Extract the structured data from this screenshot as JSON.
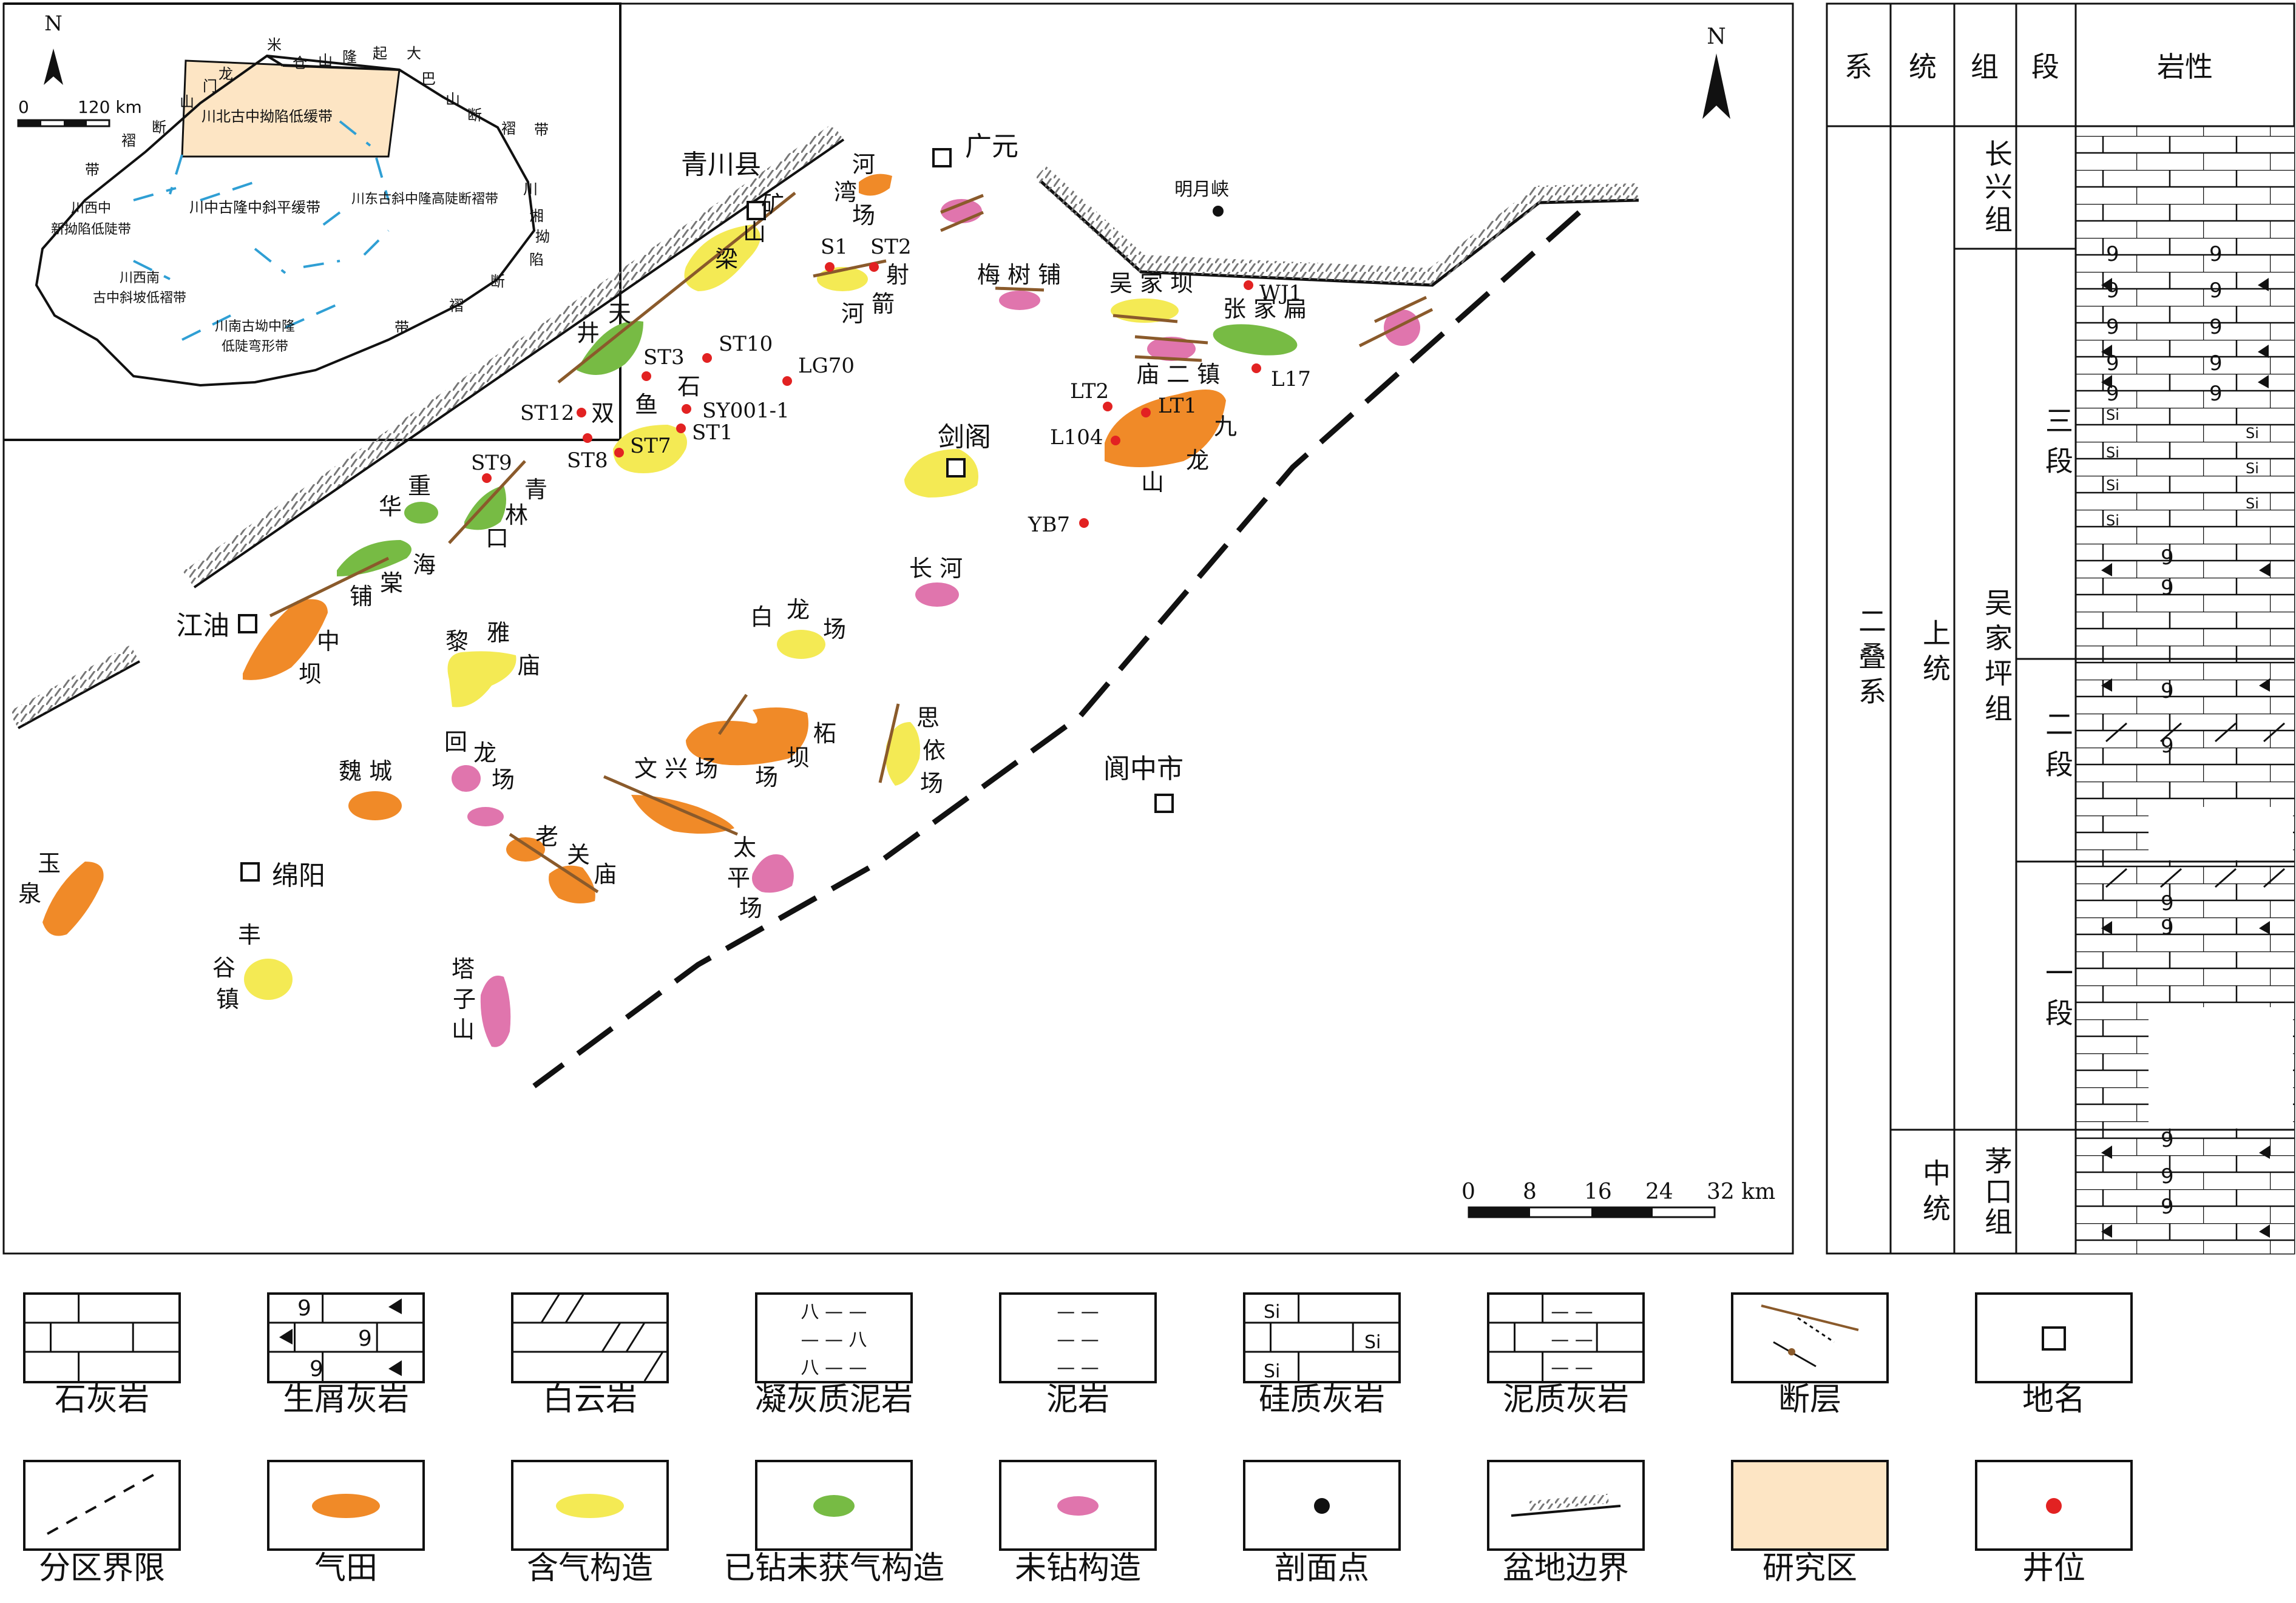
{
  "inset": {
    "north": "N",
    "scale_zero": "0",
    "scale_label": "120 km",
    "regions": {
      "study_area": "川北古中拗陷低缓带",
      "central": "川中古隆中斜平缓带",
      "east": "川东古斜中隆高陡断褶带",
      "west_a": "川西中",
      "west_b": "新拗陷低陡带",
      "sw_a": "川西南",
      "sw_b": "古中斜坡低褶带",
      "south_a": "川南古坳中隆",
      "south_b": "低陡弯形带"
    },
    "belts": {
      "micang": [
        "米",
        "仓",
        "山",
        "隆",
        "起"
      ],
      "dabashan": [
        "大",
        "巴",
        "山",
        "断",
        "褶",
        "带"
      ],
      "longmen": [
        "龙",
        "门",
        "山",
        "断",
        "褶",
        "带"
      ],
      "xiangexi": [
        "川",
        "湘",
        "拗",
        "陷",
        "断",
        "褶",
        "带"
      ]
    }
  },
  "map": {
    "north": "N",
    "scale_ticks": [
      "0",
      "8",
      "16",
      "24",
      "32 km"
    ],
    "cities": {
      "qingchuan": "青川县",
      "guangyuan": "广元",
      "jiange": "剑阁",
      "jiangyou": "江油",
      "mianyang": "绵阳",
      "langzhong": "阆中市"
    },
    "section_point": "明月峡",
    "wells": {
      "s1": "S1",
      "st2": "ST2",
      "st3": "ST3",
      "st10": "ST10",
      "lg70": "LG70",
      "st12": "ST12",
      "sy001": "SY001-1",
      "st1": "ST1",
      "st8": "ST8",
      "st7": "ST7",
      "st9": "ST9",
      "wj1": "WJ1",
      "lt2": "LT2",
      "lt1": "LT1",
      "l104": "L104",
      "l17": "L17",
      "yb7": "YB7"
    },
    "structures": {
      "hewan": [
        "河",
        "湾",
        "场"
      ],
      "kuangshanliang": [
        "矿",
        "山",
        "梁"
      ],
      "shejian": [
        "射",
        "箭"
      ],
      "shejian_he": "河",
      "meishupu": "梅 树 铺",
      "wujiaba": "吴 家 坝",
      "zhangjiabian": "张 家 扁",
      "miaoerzhen": "庙 二 镇",
      "jiulongshan": [
        "九",
        "龙",
        "山"
      ],
      "jiulongshan_shan": "山",
      "tianjing": [
        "天",
        "井"
      ],
      "shuangyushi": [
        "双",
        "鱼",
        "石"
      ],
      "zhonghua": [
        "重",
        "华"
      ],
      "qinglinkou": [
        "青",
        "林",
        "口"
      ],
      "haitangpu": [
        "海",
        "棠",
        "铺"
      ],
      "zhongba": [
        "中",
        "坝"
      ],
      "liyamiao": [
        "黎",
        "雅",
        "庙"
      ],
      "bailongchang": [
        "白",
        "龙",
        "场"
      ],
      "changhe": "长 河",
      "zhebachang": [
        "柘",
        "坝",
        "场"
      ],
      "siyichang": [
        "思",
        "依",
        "场"
      ],
      "wenxingchang": "文 兴 场",
      "huilongchang": [
        "回",
        "龙",
        "场"
      ],
      "weicheng": "魏 城",
      "laoguanmiao": [
        "老",
        "关",
        "庙"
      ],
      "taipingchang": [
        "太",
        "平",
        "场"
      ],
      "yuquan": [
        "玉",
        "泉"
      ],
      "fenggu": [
        "丰",
        "谷",
        "镇"
      ],
      "tazishan": [
        "塔",
        "子",
        "山"
      ]
    }
  },
  "column": {
    "headers": [
      "系",
      "统",
      "组",
      "段",
      "岩性"
    ],
    "system": [
      "二",
      "叠",
      "系"
    ],
    "upper_series": [
      "上",
      "统"
    ],
    "middle_series": [
      "中",
      "统"
    ],
    "changxing": [
      "长",
      "兴",
      "组"
    ],
    "wujiaping": [
      "吴",
      "家",
      "坪",
      "组"
    ],
    "maokou": [
      "茅",
      "口",
      "组"
    ],
    "member3": [
      "三",
      "段"
    ],
    "member2": [
      "二",
      "段"
    ],
    "member1": [
      "一",
      "段"
    ]
  },
  "legend": {
    "row1": [
      "石灰岩",
      "生屑灰岩",
      "白云岩",
      "凝灰质泥岩",
      "泥岩",
      "硅质灰岩",
      "泥质灰岩",
      "断层",
      "地名"
    ],
    "row2": [
      "分区界限",
      "气田",
      "含气构造",
      "已钻未获气构造",
      "未钻构造",
      "剖面点",
      "盆地边界",
      "研究区",
      "井位"
    ],
    "si": "Si"
  },
  "colors": {
    "gas_field": "#f08a28",
    "gas_bearing": "#f4ea54",
    "drilled_dry": "#77bb44",
    "undrilled": "#e075ad",
    "study_area": "#fde5c4",
    "well": "#e22222",
    "fault": "#8a5a2b",
    "division": "#2f9fd4"
  }
}
